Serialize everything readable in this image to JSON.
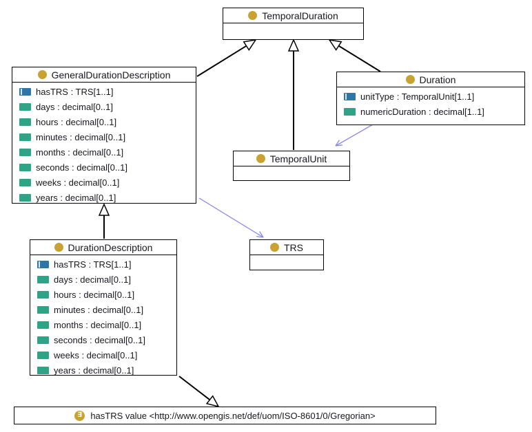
{
  "diagram": {
    "colors": {
      "class_icon": "#C9A232",
      "data_property_icon": "#2EA385",
      "object_property_icon": "#2E75A8",
      "reference_edge": "#8886EC",
      "generalization_edge": "#000000",
      "text": "#17171f"
    },
    "classes": {
      "temporalDuration": {
        "name": "TemporalDuration",
        "attributes": []
      },
      "generalDurationDescription": {
        "name": "GeneralDurationDescription",
        "attributes": [
          {
            "kind": "object-property",
            "text": "hasTRS : TRS[1..1]"
          },
          {
            "kind": "data-property",
            "text": "days : decimal[0..1]"
          },
          {
            "kind": "data-property",
            "text": "hours : decimal[0..1]"
          },
          {
            "kind": "data-property",
            "text": "minutes : decimal[0..1]"
          },
          {
            "kind": "data-property",
            "text": "months : decimal[0..1]"
          },
          {
            "kind": "data-property",
            "text": "seconds : decimal[0..1]"
          },
          {
            "kind": "data-property",
            "text": "weeks : decimal[0..1]"
          },
          {
            "kind": "data-property",
            "text": "years : decimal[0..1]"
          }
        ]
      },
      "duration": {
        "name": "Duration",
        "attributes": [
          {
            "kind": "object-property",
            "text": "unitType : TemporalUnit[1..1]"
          },
          {
            "kind": "data-property",
            "text": "numericDuration : decimal[1..1]"
          }
        ]
      },
      "temporalUnit": {
        "name": "TemporalUnit",
        "attributes": []
      },
      "durationDescription": {
        "name": "DurationDescription",
        "attributes": [
          {
            "kind": "object-property",
            "text": "hasTRS : TRS[1..1]"
          },
          {
            "kind": "data-property",
            "text": "days : decimal[0..1]"
          },
          {
            "kind": "data-property",
            "text": "hours : decimal[0..1]"
          },
          {
            "kind": "data-property",
            "text": "minutes : decimal[0..1]"
          },
          {
            "kind": "data-property",
            "text": "months : decimal[0..1]"
          },
          {
            "kind": "data-property",
            "text": "seconds : decimal[0..1]"
          },
          {
            "kind": "data-property",
            "text": "weeks : decimal[0..1]"
          },
          {
            "kind": "data-property",
            "text": "years : decimal[0..1]"
          }
        ]
      },
      "trs": {
        "name": "TRS",
        "attributes": []
      }
    },
    "note": {
      "text": "hasTRS value <http://www.opengis.net/def/uom/ISO-8601/0/Gregorian>"
    },
    "edges": [
      {
        "type": "generalization",
        "from": "GeneralDurationDescription",
        "to": "TemporalDuration"
      },
      {
        "type": "generalization",
        "from": "TemporalUnit",
        "to": "TemporalDuration"
      },
      {
        "type": "generalization",
        "from": "Duration",
        "to": "TemporalDuration"
      },
      {
        "type": "generalization",
        "from": "DurationDescription",
        "to": "GeneralDurationDescription"
      },
      {
        "type": "reference",
        "from": "Duration",
        "to": "TemporalUnit"
      },
      {
        "type": "reference",
        "from": "GeneralDurationDescription",
        "to": "TRS"
      },
      {
        "type": "generalization",
        "from": "DurationDescription",
        "to": "hasTRS-value-note"
      }
    ]
  }
}
